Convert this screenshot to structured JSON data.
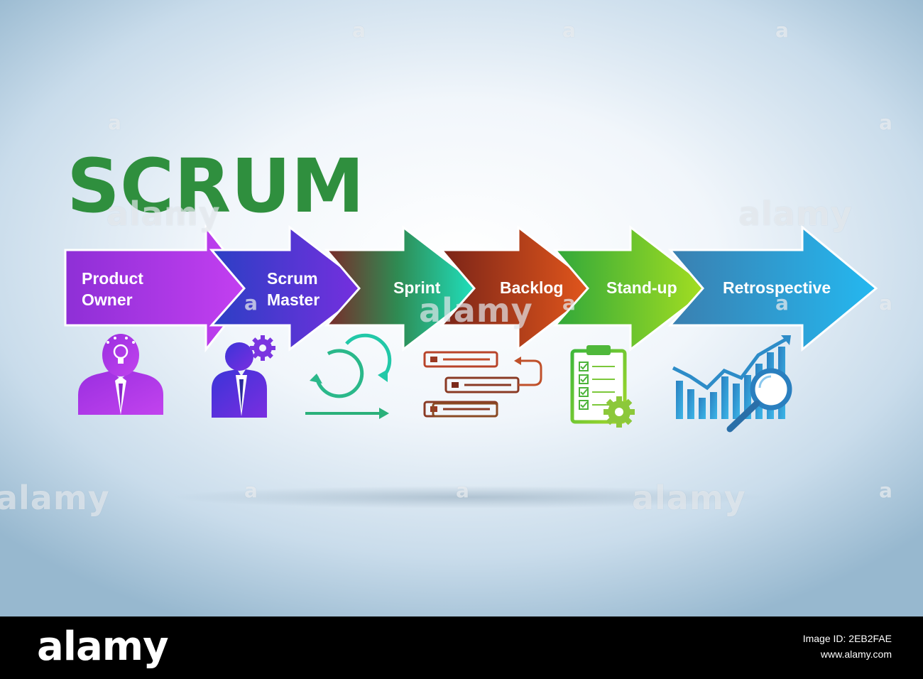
{
  "title": "SCRUM",
  "colors": {
    "title": "#2f8f3e",
    "label": "#ffffff"
  },
  "steps": [
    {
      "lines": [
        "Product",
        "Owner"
      ],
      "icon": "idea-head-person-icon",
      "color_start": "#8e2fd6",
      "color_end": "#c640f2"
    },
    {
      "lines": [
        "Scrum",
        "Master"
      ],
      "icon": "person-gear-icon",
      "color_start": "#2b3fc4",
      "color_end": "#7a2ee0"
    },
    {
      "lines": [
        "Sprint"
      ],
      "icon": "sprint-cycle-icon",
      "color_start": "#7a2a2a",
      "color_end": "#1ee8c8"
    },
    {
      "lines": [
        "Backlog"
      ],
      "icon": "backlog-list-icon",
      "color_start": "#7a2418",
      "color_end": "#e8591c"
    },
    {
      "lines": [
        "Stand-up"
      ],
      "icon": "clipboard-gear-icon",
      "color_start": "#31a83a",
      "color_end": "#a8e020"
    },
    {
      "lines": [
        "Retrospective"
      ],
      "icon": "chart-magnifier-icon",
      "color_start": "#3a7fb0",
      "color_end": "#24b8f0"
    }
  ],
  "watermark": {
    "text": "alamy",
    "letter": "a"
  },
  "footer": {
    "logo": "alamy",
    "id_label": "Image ID: 2EB2FAE",
    "site": "www.alamy.com"
  }
}
